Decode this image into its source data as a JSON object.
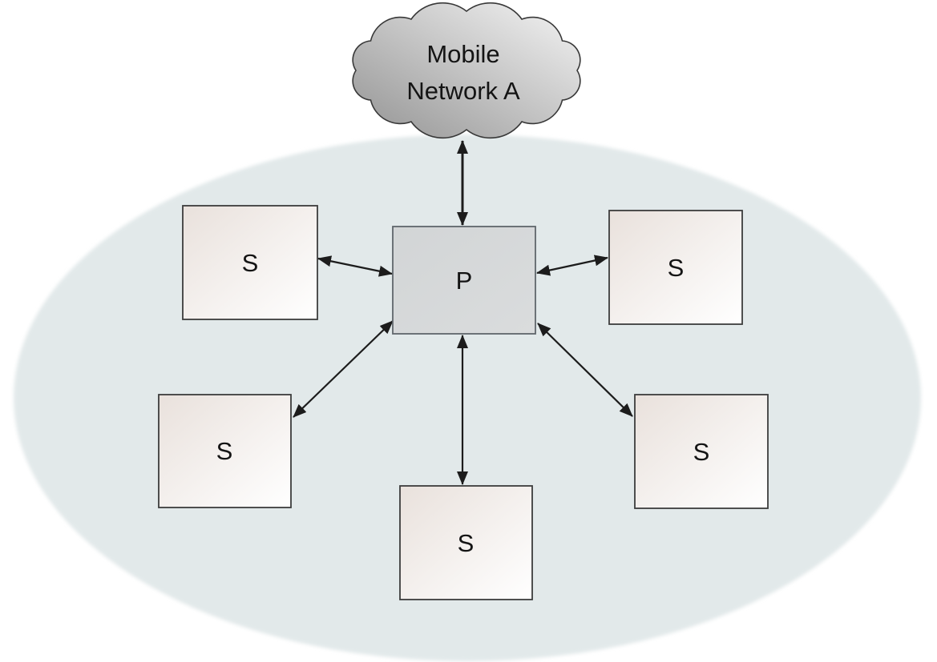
{
  "diagram": {
    "type": "star-topology",
    "cloud": {
      "label_line1": "Mobile",
      "label_line2": "Network A"
    },
    "hub": {
      "label": "P"
    },
    "satellites": [
      {
        "id": "s-top-left",
        "label": "S"
      },
      {
        "id": "s-top-right",
        "label": "S"
      },
      {
        "id": "s-bottom-left",
        "label": "S"
      },
      {
        "id": "s-bottom-right",
        "label": "S"
      },
      {
        "id": "s-bottom-center",
        "label": "S"
      }
    ],
    "connections": [
      {
        "from": "Mobile Network A",
        "to": "P",
        "direction": "bidirectional"
      },
      {
        "from": "P",
        "to": "S (top-left)",
        "direction": "bidirectional"
      },
      {
        "from": "P",
        "to": "S (top-right)",
        "direction": "bidirectional"
      },
      {
        "from": "P",
        "to": "S (bottom-left)",
        "direction": "bidirectional"
      },
      {
        "from": "P",
        "to": "S (bottom-right)",
        "direction": "bidirectional"
      },
      {
        "from": "P",
        "to": "S (bottom-center)",
        "direction": "bidirectional"
      }
    ],
    "colors": {
      "arrow": "#1c1c1c",
      "region_fill": "#e2e9ea",
      "region_edge": "#edf2f2",
      "cloud_dark": "#939393",
      "cloud_light": "#f5f5f5",
      "satellite_tint": "#e9e1dc",
      "satellite_light": "#ffffff",
      "hub_fill_dark": "#d2d5d6",
      "hub_fill_light": "#dadcdd",
      "border": "#3c3c3c",
      "text": "#141414"
    }
  }
}
